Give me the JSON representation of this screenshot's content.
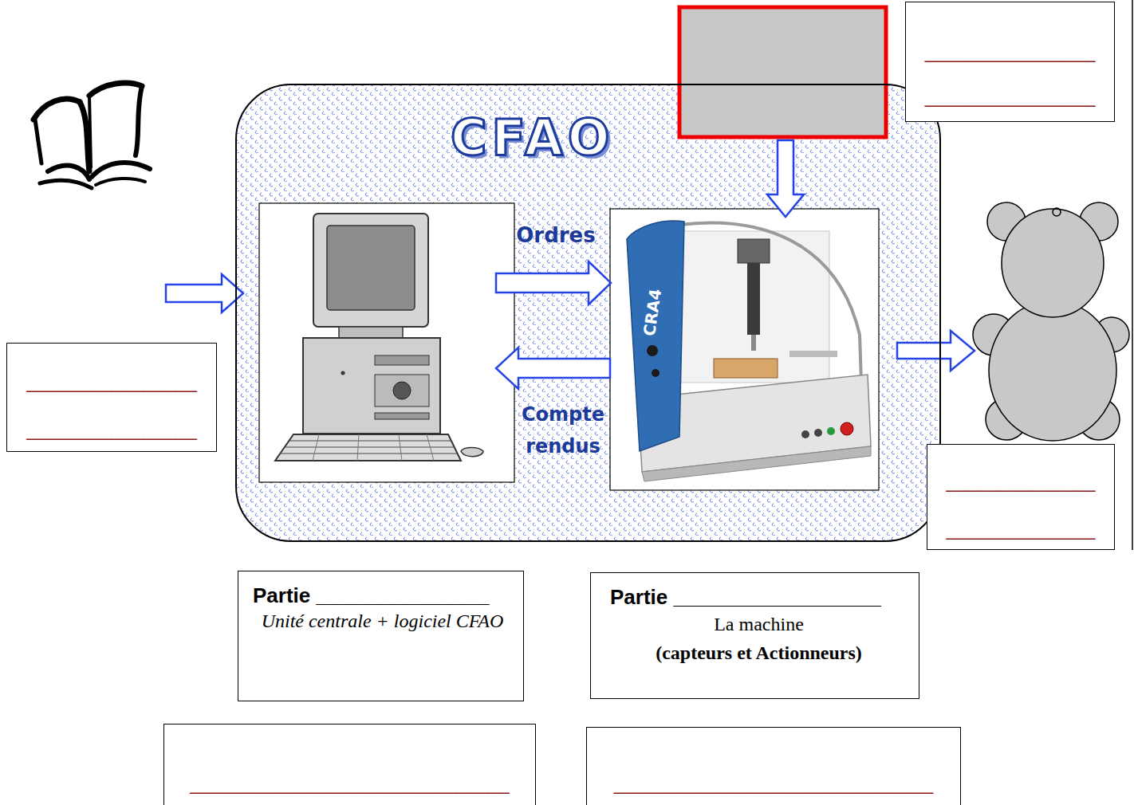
{
  "diagram": {
    "nodes": [
      {
        "text": [
          "CFAO"
        ]
      },
      {
        "text": [
          "________________",
          "________________"
        ]
      },
      {
        "text": [
          "________________",
          "________________"
        ]
      },
      {
        "text": [
          "______________",
          "______________"
        ]
      },
      {
        "text": [
          "Partie _______________",
          "Unité centrale + logiciel CFAO"
        ]
      },
      {
        "text": [
          "Partie __________________",
          "La machine",
          "(capteurs et Actionneurs)"
        ]
      },
      {
        "text": [
          "______________________________"
        ]
      },
      {
        "text": [
          "______________________________"
        ]
      }
    ],
    "labels": [
      "Ordres",
      "Compte rendus",
      "CRA4"
    ]
  }
}
